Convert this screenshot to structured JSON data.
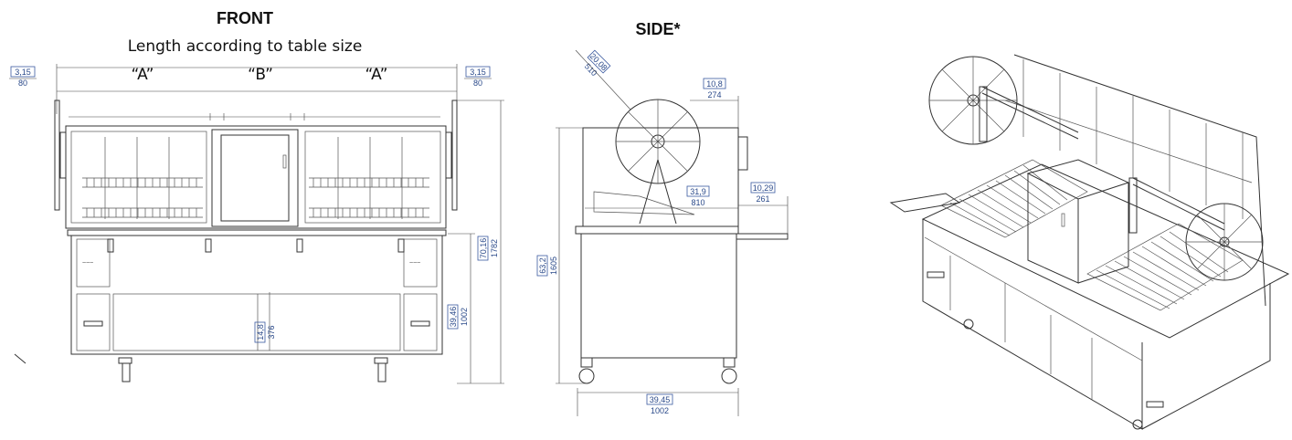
{
  "front": {
    "title": "FRONT",
    "subtitle": "Length according to table size",
    "section_labels": [
      "“A”",
      "“B”",
      "“A”"
    ],
    "dims": {
      "left_in": "3,15",
      "left_mm": "80",
      "right_in": "3,15",
      "right_mm": "80",
      "total_h_in": "70,16",
      "total_h_mm": "1782",
      "base_h_in": "39,46",
      "base_h_mm": "1002",
      "drawer_h_in": "14,8",
      "drawer_h_mm": "376"
    }
  },
  "side": {
    "title": "SIDE*",
    "dims": {
      "wheel_in": "20,08",
      "wheel_mm": "510",
      "top_in": "10,8",
      "top_mm": "274",
      "mid_in": "31,9",
      "mid_mm": "810",
      "shelf_in": "10,29",
      "shelf_mm": "261",
      "height_in": "63,2",
      "height_mm": "1605",
      "depth_in": "39,45",
      "depth_mm": "1002"
    }
  },
  "iso": {}
}
